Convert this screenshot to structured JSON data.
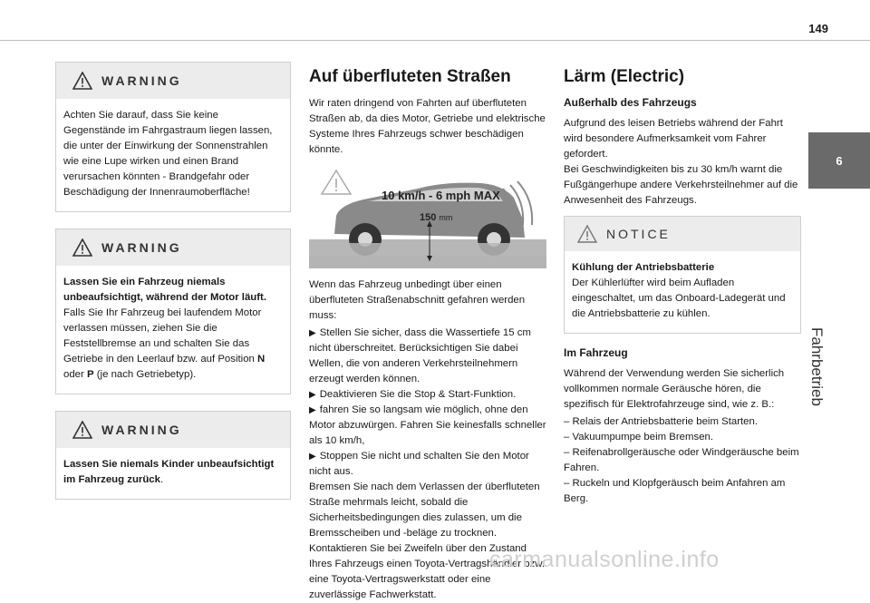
{
  "page_number": "149",
  "side_tab": {
    "chapter": "6",
    "title": "Fahrbetrieb"
  },
  "col1": {
    "warning1": {
      "label": "WARNING",
      "text": "Achten Sie darauf, dass Sie keine Gegenstände im Fahrgastraum liegen lassen, die unter der Einwirkung der Sonnenstrahlen wie eine Lupe wirken und einen Brand verursachen könnten - Brandgefahr oder Beschädigung der Innenraumoberfläche!"
    },
    "warning2": {
      "label": "WARNING",
      "bold": "Lassen Sie ein Fahrzeug niemals unbeaufsichtigt, während der Motor läuft.",
      "text_a": " Falls Sie Ihr Fahrzeug bei laufendem Motor verlassen müssen, ziehen Sie die Feststellbremse an und schalten Sie das Getriebe in den Leerlauf bzw. auf Position ",
      "n": "N",
      "text_b": " oder ",
      "p": "P",
      "text_c": " (je nach Getriebetyp)."
    },
    "warning3": {
      "label": "WARNING",
      "bold": "Lassen Sie niemals Kinder unbeaufsichtigt im Fahrzeug zurück",
      "tail": "."
    }
  },
  "col2": {
    "title": "Auf überfluteten Straßen",
    "intro": "Wir raten dringend von Fahrten auf überfluteten Straßen ab, da dies Motor, Getriebe und elektrische Systeme Ihres Fahrzeugs schwer beschädigen könnte.",
    "illustration": {
      "speed": "10 km/h - 6 mph MAX",
      "depth_value": "150",
      "depth_unit": "mm"
    },
    "lead": "Wenn das Fahrzeug unbedingt über einen überfluteten Straßenabschnitt gefahren werden muss:",
    "steps": [
      "Stellen Sie sicher, dass die Wassertiefe 15 cm nicht überschreitet. Berücksichtigen Sie dabei Wellen, die von anderen Verkehrsteilnehmern erzeugt werden können.",
      "Deaktivieren Sie die Stop & Start-Funktion.",
      "fahren Sie so langsam wie möglich, ohne den Motor abzuwürgen. Fahren Sie keinesfalls schneller als 10 km/h,",
      "Stoppen Sie nicht und schalten Sie den Motor nicht aus."
    ],
    "after1": "Bremsen Sie nach dem Verlassen der überfluteten Straße mehrmals leicht, sobald die Sicherheitsbedingungen dies zulassen, um die Bremsscheiben und -beläge zu trocknen.",
    "after2": "Kontaktieren Sie bei Zweifeln über den Zustand Ihres Fahrzeugs einen Toyota-Vertragshändler bzw. eine Toyota-Vertragswerkstatt oder eine zuverlässige Fachwerkstatt."
  },
  "col3": {
    "title": "Lärm (Electric)",
    "sub1": "Außerhalb des Fahrzeugs",
    "para1": "Aufgrund des leisen Betriebs während der Fahrt wird besondere Aufmerksamkeit vom Fahrer gefordert.",
    "para2": "Bei Geschwindigkeiten bis zu 30 km/h warnt die Fußgängerhupe andere Verkehrsteilnehmer auf die Anwesenheit des Fahrzeugs.",
    "notice": {
      "label": "NOTICE",
      "bold": "Kühlung der Antriebsbatterie",
      "text": "Der Kühlerlüfter wird beim Aufladen eingeschaltet, um das Onboard-Ladegerät und die Antriebsbatterie zu kühlen."
    },
    "sub2": "Im Fahrzeug",
    "para3": "Während der Verwendung werden Sie sicherlich vollkommen normale Geräusche hören, die spezifisch für Elektrofahrzeuge sind, wie z. B.:",
    "list": [
      "Relais der Antriebsbatterie beim Starten.",
      "Vakuumpumpe beim Bremsen.",
      "Reifenabrollgeräusche oder Windgeräusche beim Fahren.",
      "Ruckeln und Klopfgeräusch beim Anfahren am Berg."
    ]
  },
  "watermark": "carmanualsonline.info"
}
